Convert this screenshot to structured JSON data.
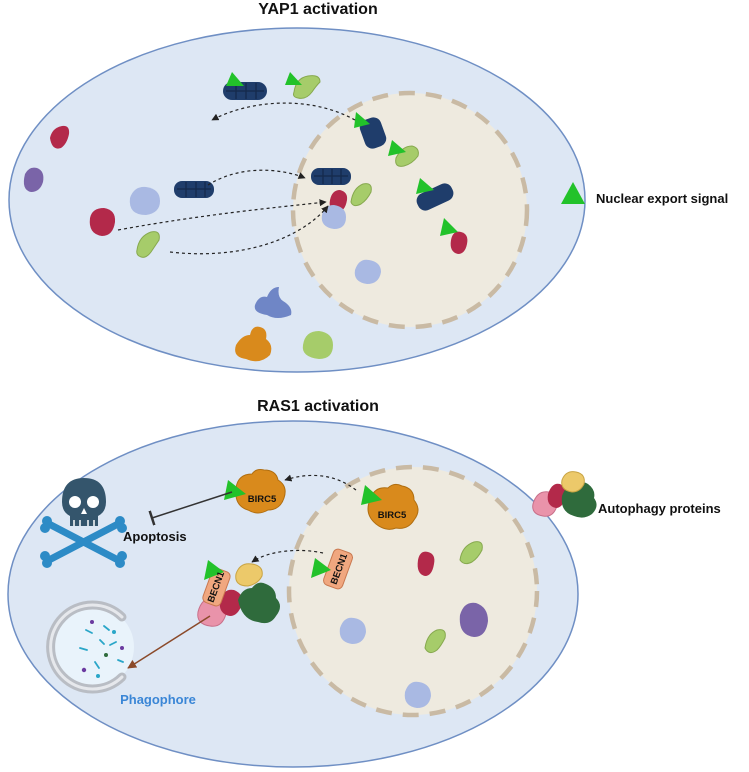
{
  "panels": {
    "yap1": {
      "title": "YAP1 activation"
    },
    "ras1": {
      "title": "RAS1 activation"
    }
  },
  "legend": {
    "nes": "Nuclear export signal",
    "autophagy": "Autophagy proteins"
  },
  "proteins": {
    "birc5": "BIRC5",
    "becn1": "BECN1"
  },
  "labels": {
    "apoptosis": "Apoptosis",
    "phagophore": "Phagophore"
  },
  "colors": {
    "cell_fill": "#dde7f4",
    "cell_stroke": "#6f8fc4",
    "nucleus_fill": "#eeeadf",
    "nucleus_dash": "#c9baa4",
    "nes_green": "#22c22a",
    "yap_navy": "#1f3d6b",
    "light_green": "#a6cc6a",
    "crimson": "#b3294a",
    "purple": "#7a64a8",
    "periwinkle": "#a9b9e3",
    "orange": "#d98a1c",
    "salmon": "#f0a77f",
    "pink": "#e993aa",
    "dark_green": "#2f6b3c",
    "yellow": "#ecc96a",
    "skull": "#34556c",
    "bone": "#2d8bc6",
    "phagophore_blue": "#3a86d6"
  }
}
